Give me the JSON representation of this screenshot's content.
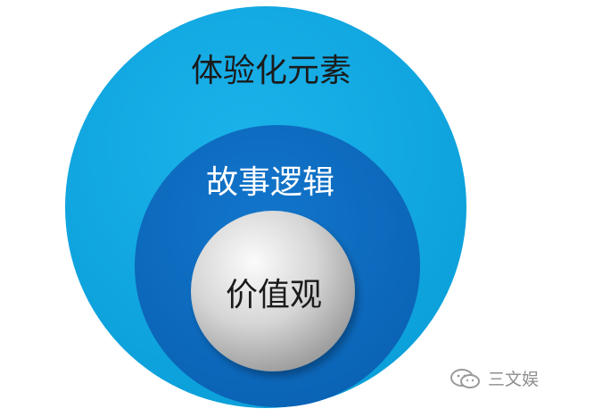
{
  "diagram": {
    "outer_label": "体验化元素",
    "middle_label": "故事逻辑",
    "inner_label": "价值观"
  },
  "watermark": {
    "text": "三文娱",
    "icon": "wechat-icon"
  },
  "colors": {
    "outer": "#1aa7df",
    "middle": "#0d72c6",
    "inner_light": "#f4f4f4",
    "inner_dark": "#a8a8a8",
    "dark_text": "#1b1b1b",
    "light_text": "#ffffff"
  }
}
